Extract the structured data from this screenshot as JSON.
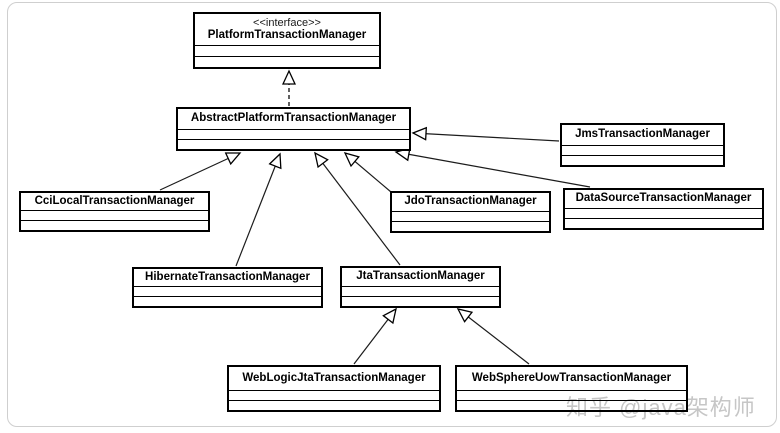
{
  "diagram": {
    "type": "uml-class-diagram",
    "classes": {
      "platform": {
        "stereotype": "<<interface>>",
        "name": "PlatformTransactionManager"
      },
      "abstract": {
        "name": "AbstractPlatformTransactionManager"
      },
      "jms": {
        "name": "JmsTransactionManager"
      },
      "cci": {
        "name": "CciLocalTransactionManager"
      },
      "jdo": {
        "name": "JdoTransactionManager"
      },
      "datasource": {
        "name": "DataSourceTransactionManager"
      },
      "hibernate": {
        "name": "HibernateTransactionManager"
      },
      "jta": {
        "name": "JtaTransactionManager"
      },
      "weblogic": {
        "name": "WebLogicJtaTransactionManager"
      },
      "websphere": {
        "name": "WebSphereUowTransactionManager"
      }
    },
    "relationships": [
      {
        "from": "AbstractPlatformTransactionManager",
        "to": "PlatformTransactionManager",
        "type": "realization"
      },
      {
        "from": "JmsTransactionManager",
        "to": "AbstractPlatformTransactionManager",
        "type": "generalization"
      },
      {
        "from": "CciLocalTransactionManager",
        "to": "AbstractPlatformTransactionManager",
        "type": "generalization"
      },
      {
        "from": "JdoTransactionManager",
        "to": "AbstractPlatformTransactionManager",
        "type": "generalization"
      },
      {
        "from": "DataSourceTransactionManager",
        "to": "AbstractPlatformTransactionManager",
        "type": "generalization"
      },
      {
        "from": "HibernateTransactionManager",
        "to": "AbstractPlatformTransactionManager",
        "type": "generalization"
      },
      {
        "from": "JtaTransactionManager",
        "to": "AbstractPlatformTransactionManager",
        "type": "generalization"
      },
      {
        "from": "WebLogicJtaTransactionManager",
        "to": "JtaTransactionManager",
        "type": "generalization"
      },
      {
        "from": "WebSphereUowTransactionManager",
        "to": "JtaTransactionManager",
        "type": "generalization"
      }
    ],
    "colors": {
      "box_border": "#000000",
      "box_fill": "#ffffff",
      "line": "#1c1c1c",
      "frame_border": "#cfcfcf",
      "watermark": "#c6c6c6"
    }
  },
  "watermark": {
    "text": "知乎 @java架构师"
  }
}
